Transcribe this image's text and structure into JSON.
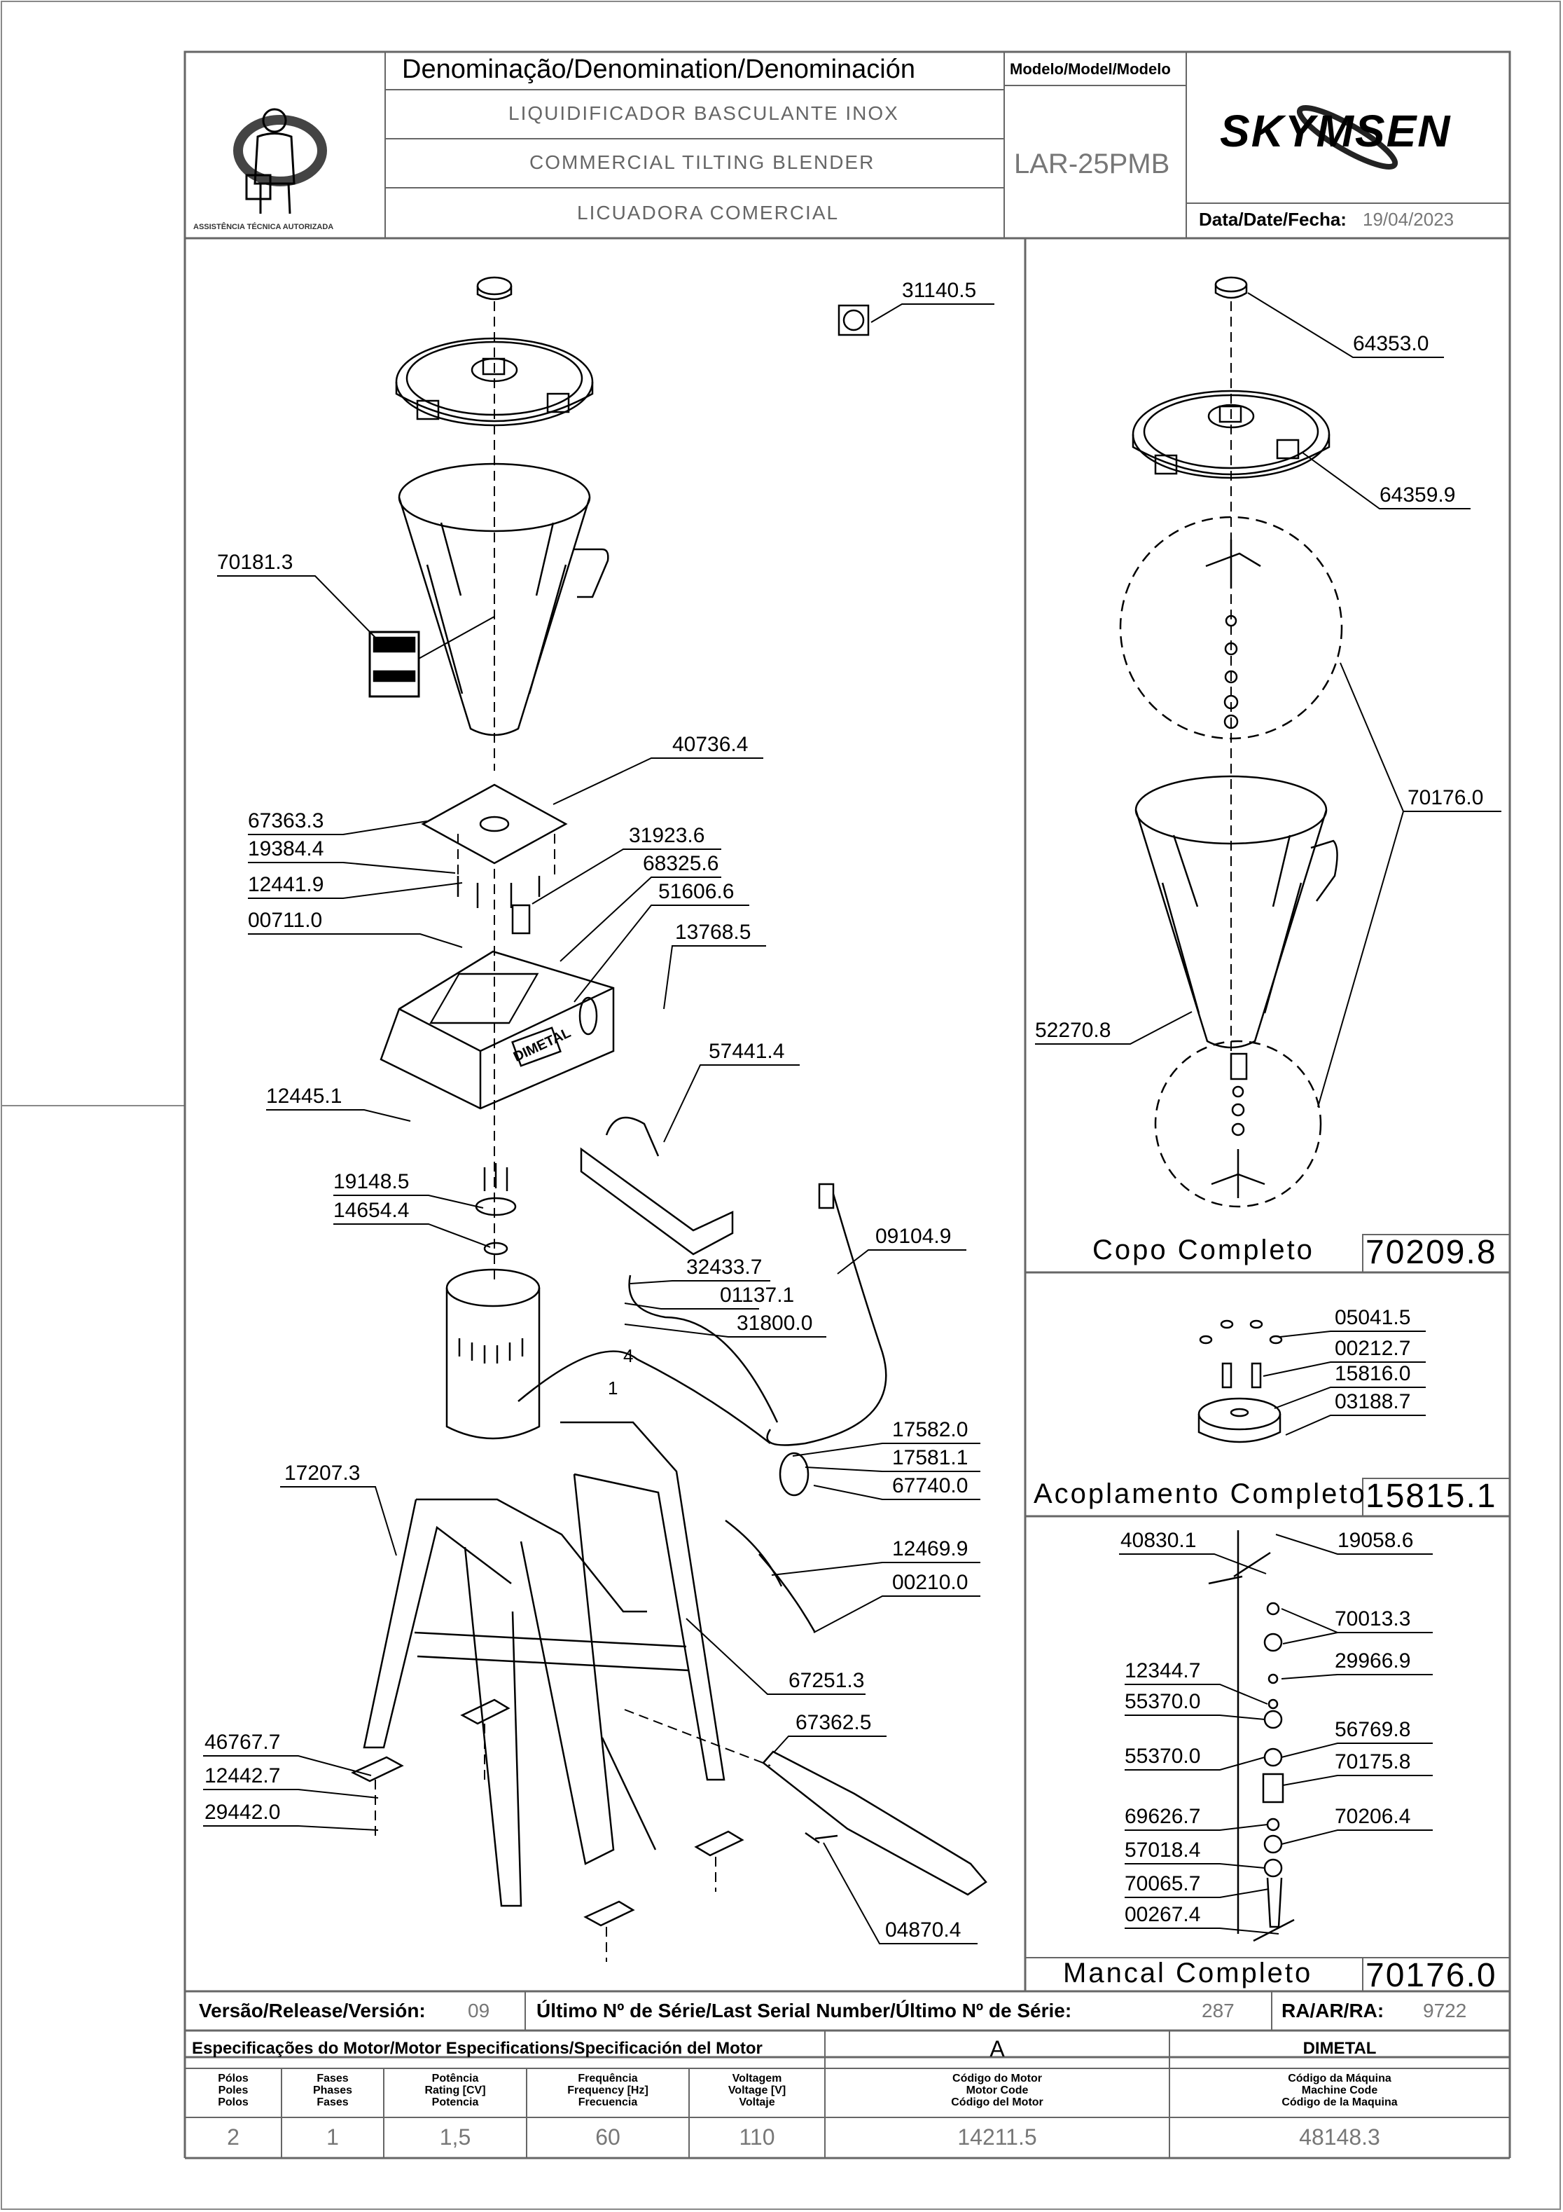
{
  "header": {
    "denomination_label": "Denominação/Denomination/Denominación",
    "model_label": "Modelo/Model/Modelo",
    "name_pt": "LIQUIDIFICADOR BASCULANTE INOX",
    "name_en": "COMMERCIAL TILTING BLENDER",
    "name_es": "LICUADORA COMERCIAL",
    "model": "LAR-25PMB",
    "brand": "SKYMSEN",
    "date_label": "Data/Date/Fecha:",
    "date": "19/04/2023",
    "stamp_text": "ASSISTÊNCIA TÉCNICA AUTORIZADA"
  },
  "main_parts": [
    {
      "code": "31140.5"
    },
    {
      "code": "70181.3"
    },
    {
      "code": "40736.4"
    },
    {
      "code": "67363.3"
    },
    {
      "code": "19384.4"
    },
    {
      "code": "31923.6"
    },
    {
      "code": "12441.9"
    },
    {
      "code": "68325.6"
    },
    {
      "code": "51606.6"
    },
    {
      "code": "00711.0"
    },
    {
      "code": "13768.5"
    },
    {
      "code": "57441.4"
    },
    {
      "code": "12445.1"
    },
    {
      "code": "19148.5"
    },
    {
      "code": "14654.4"
    },
    {
      "code": "09104.9"
    },
    {
      "code": "32433.7"
    },
    {
      "code": "01137.1"
    },
    {
      "code": "31800.0"
    },
    {
      "code": "17582.0"
    },
    {
      "code": "17581.1"
    },
    {
      "code": "67740.0"
    },
    {
      "code": "17207.3"
    },
    {
      "code": "12469.9"
    },
    {
      "code": "00210.0"
    },
    {
      "code": "67251.3"
    },
    {
      "code": "67362.5"
    },
    {
      "code": "46767.7"
    },
    {
      "code": "12442.7"
    },
    {
      "code": "29442.0"
    },
    {
      "code": "04870.4"
    }
  ],
  "sub_assemblies": [
    {
      "name": "Copo Completo",
      "code": "70209.8",
      "parts": [
        "64353.0",
        "64359.9",
        "70176.0",
        "52270.8"
      ]
    },
    {
      "name": "Acoplamento Completo",
      "code": "15815.1",
      "parts": [
        "05041.5",
        "00212.7",
        "15816.0",
        "03188.7"
      ]
    },
    {
      "name": "Mancal Completo",
      "code": "70176.0",
      "parts": [
        "40830.1",
        "19058.6",
        "70013.3",
        "29966.9",
        "12344.7",
        "55370.0",
        "56769.8",
        "55370.0",
        "70175.8",
        "69626.7",
        "70206.4",
        "57018.4",
        "70065.7",
        "00267.4"
      ]
    }
  ],
  "wire_labels": [
    "4",
    "1"
  ],
  "plate_text": "DIMETAL",
  "version_row": {
    "version_label": "Versão/Release/Versión:",
    "version": "09",
    "serial_label": "Último Nº de Série/Last Serial Number/Último Nº de Série:",
    "serial": "287",
    "ra_label": "RA/AR/RA:",
    "ra": "9722"
  },
  "specs": {
    "title": "Especificações do Motor/Motor Especifications/Specificación del Motor",
    "motor_letter": "A",
    "maker": "DIMETAL",
    "columns": [
      {
        "l1": "Pólos",
        "l2": "Poles",
        "l3": "Polos",
        "value": "2"
      },
      {
        "l1": "Fases",
        "l2": "Phases",
        "l3": "Fases",
        "value": "1"
      },
      {
        "l1": "Potência",
        "l2": "Rating [CV]",
        "l3": "Potencia",
        "value": "1,5"
      },
      {
        "l1": "Frequência",
        "l2": "Frequency [Hz]",
        "l3": "Frecuencia",
        "value": "60"
      },
      {
        "l1": "Voltagem",
        "l2": "Voltage [V]",
        "l3": "Voltaje",
        "value": "110"
      },
      {
        "l1": "Código do Motor",
        "l2": "Motor Code",
        "l3": "Código del Motor",
        "value": "14211.5"
      },
      {
        "l1": "Código da Máquina",
        "l2": "Machine Code",
        "l3": "Código de la Maquina",
        "value": "48148.3"
      }
    ]
  }
}
